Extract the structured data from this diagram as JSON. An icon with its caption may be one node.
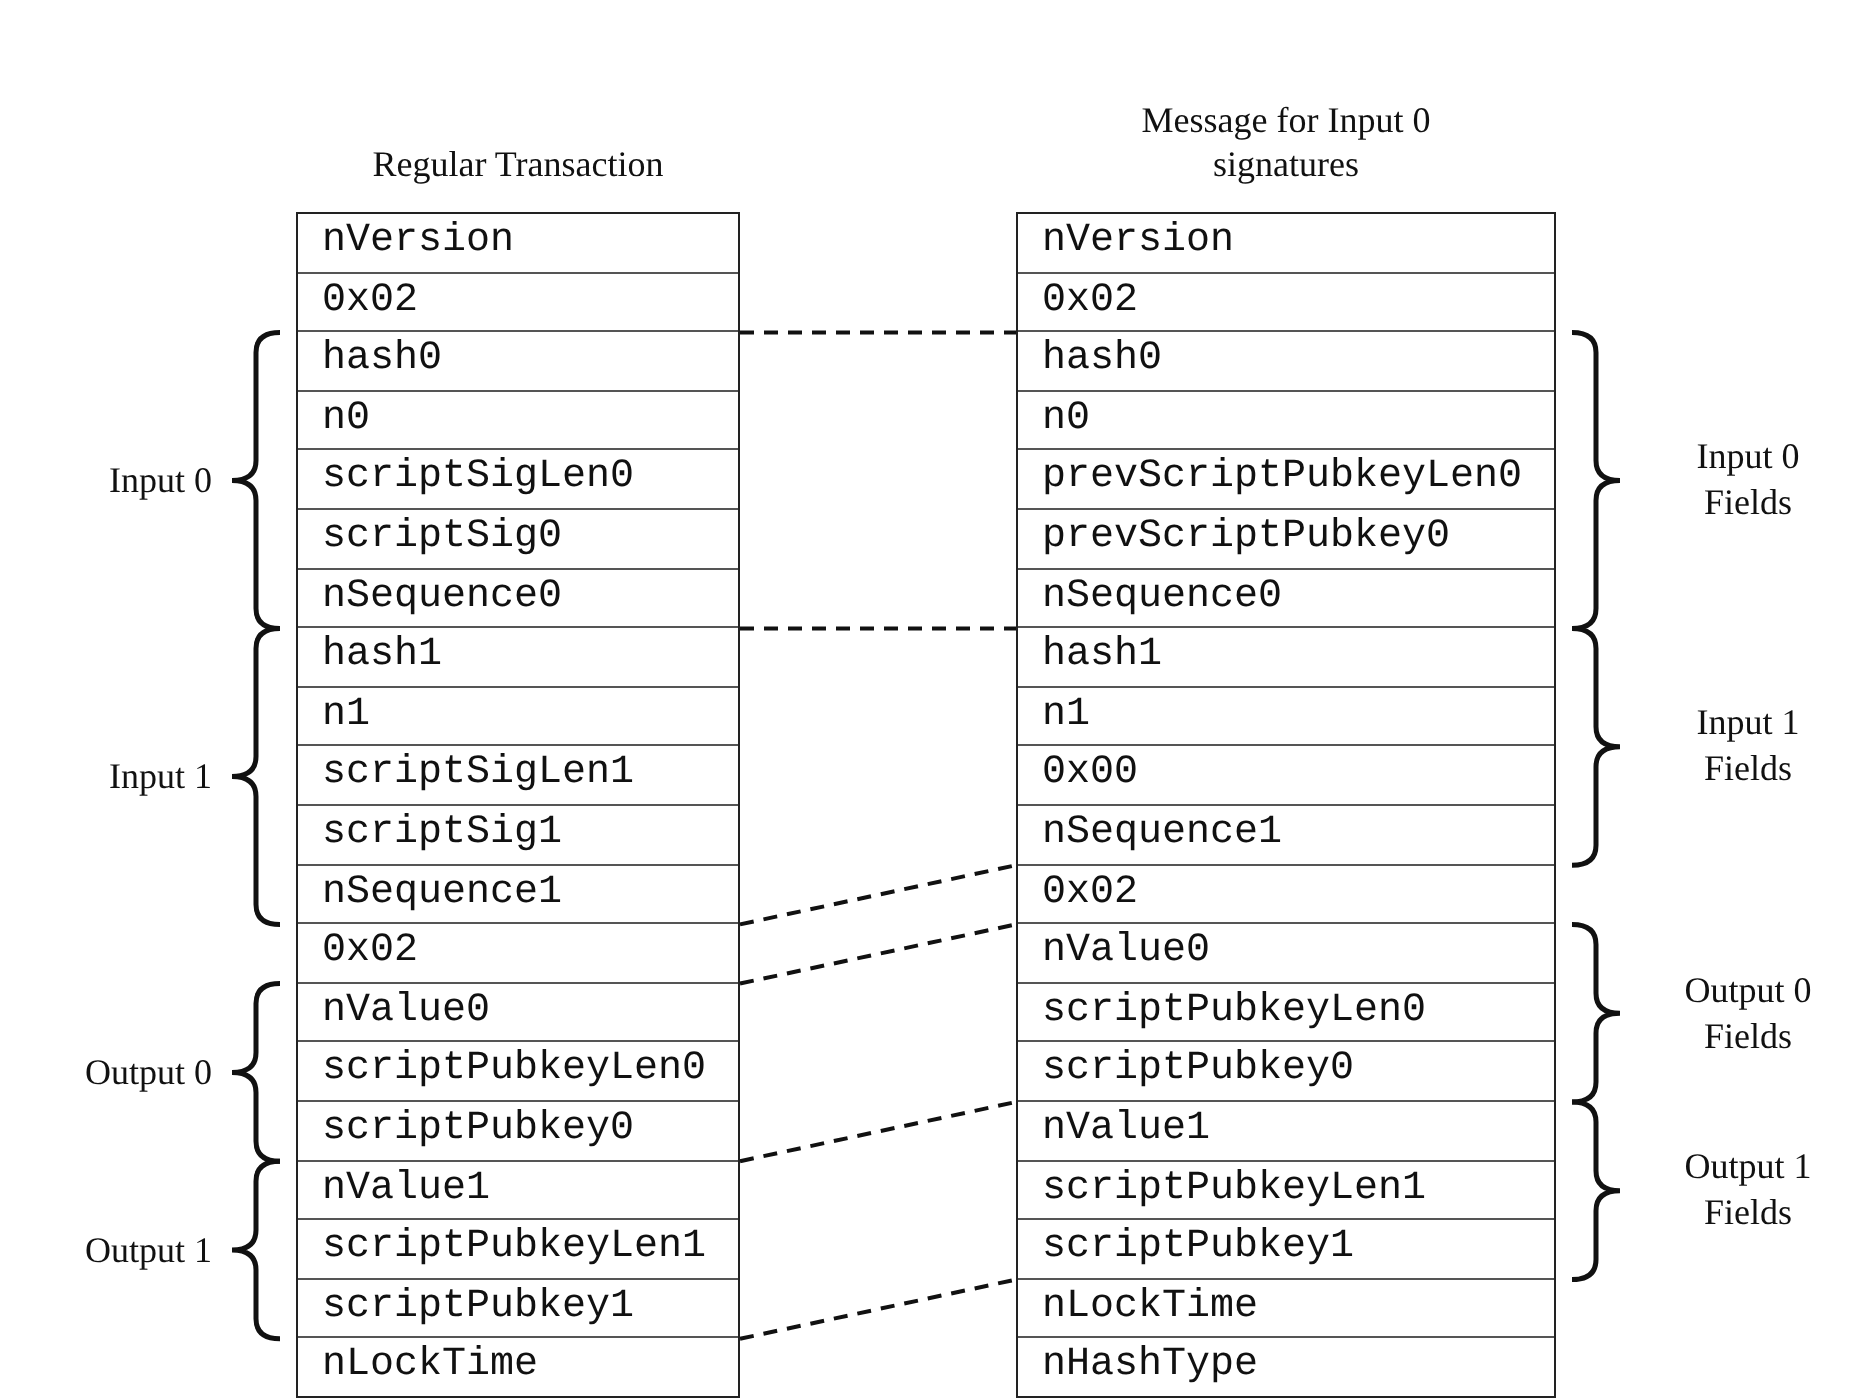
{
  "diagram": {
    "nodes": [
      {
        "text": [
          "Regular Transaction"
        ]
      },
      {
        "text": [
          "nVersion"
        ],
        "in": 0
      },
      {
        "text": [
          "0x02"
        ],
        "in": 0
      },
      {
        "text": [
          "hash0"
        ],
        "in": 0
      },
      {
        "text": [
          "n0"
        ],
        "in": 0
      },
      {
        "text": [
          "scriptSigLen0"
        ],
        "in": 0
      },
      {
        "text": [
          "scriptSig0"
        ],
        "in": 0
      },
      {
        "text": [
          "nSequence0"
        ],
        "in": 0
      },
      {
        "text": [
          "hash1"
        ],
        "in": 0
      },
      {
        "text": [
          "n1"
        ],
        "in": 0
      },
      {
        "text": [
          "scriptSigLen1"
        ],
        "in": 0
      },
      {
        "text": [
          "scriptSig1"
        ],
        "in": 0
      },
      {
        "text": [
          "nSequence1"
        ],
        "in": 0
      },
      {
        "text": [
          "0x02"
        ],
        "in": 0
      },
      {
        "text": [
          "nValue0"
        ],
        "in": 0
      },
      {
        "text": [
          "scriptPubkeyLen0"
        ],
        "in": 0
      },
      {
        "text": [
          "scriptPubkey0"
        ],
        "in": 0
      },
      {
        "text": [
          "nValue1"
        ],
        "in": 0
      },
      {
        "text": [
          "scriptPubkeyLen1"
        ],
        "in": 0
      },
      {
        "text": [
          "scriptPubkey1"
        ],
        "in": 0
      },
      {
        "text": [
          "nLockTime"
        ],
        "in": 0
      },
      {
        "text": [
          "Message for Input 0 signatures"
        ]
      },
      {
        "text": [
          "nVersion"
        ],
        "in": 21
      },
      {
        "text": [
          "0x02"
        ],
        "in": 21
      },
      {
        "text": [
          "hash0"
        ],
        "in": 21
      },
      {
        "text": [
          "n0"
        ],
        "in": 21
      },
      {
        "text": [
          "prevScriptPubkeyLen0"
        ],
        "in": 21
      },
      {
        "text": [
          "prevScriptPubkey0"
        ],
        "in": 21
      },
      {
        "text": [
          "nSequence0"
        ],
        "in": 21
      },
      {
        "text": [
          "hash1"
        ],
        "in": 21
      },
      {
        "text": [
          "n1"
        ],
        "in": 21
      },
      {
        "text": [
          "0x00"
        ],
        "in": 21
      },
      {
        "text": [
          "nSequence1"
        ],
        "in": 21
      },
      {
        "text": [
          "0x02"
        ],
        "in": 21
      },
      {
        "text": [
          "nValue0"
        ],
        "in": 21
      },
      {
        "text": [
          "scriptPubkeyLen0"
        ],
        "in": 21
      },
      {
        "text": [
          "scriptPubkey0"
        ],
        "in": 21
      },
      {
        "text": [
          "nValue1"
        ],
        "in": 21
      },
      {
        "text": [
          "scriptPubkeyLen1"
        ],
        "in": 21
      },
      {
        "text": [
          "scriptPubkey1"
        ],
        "in": 21
      },
      {
        "text": [
          "nLockTime"
        ],
        "in": 21
      },
      {
        "text": [
          "nHashType"
        ],
        "in": 21
      }
    ],
    "edges": [
      {
        "from": 2,
        "to": 23,
        "arrow": "none",
        "style": "dashed"
      },
      {
        "from": 7,
        "to": 28,
        "arrow": "none",
        "style": "dashed"
      },
      {
        "from": 12,
        "to": 32,
        "arrow": "none",
        "style": "dashed"
      },
      {
        "from": 13,
        "to": 33,
        "arrow": "none",
        "style": "dashed"
      },
      {
        "from": 16,
        "to": 36,
        "arrow": "none",
        "style": "dashed"
      },
      {
        "from": 19,
        "to": 39,
        "arrow": "none",
        "style": "dashed"
      }
    ],
    "labels": [
      "Input 0",
      "Input 0 Fields",
      "Input 1",
      "Input 1 Fields",
      "Output 0",
      "Output 0 Fields",
      "Output 1",
      "Output 1 Fields"
    ]
  }
}
